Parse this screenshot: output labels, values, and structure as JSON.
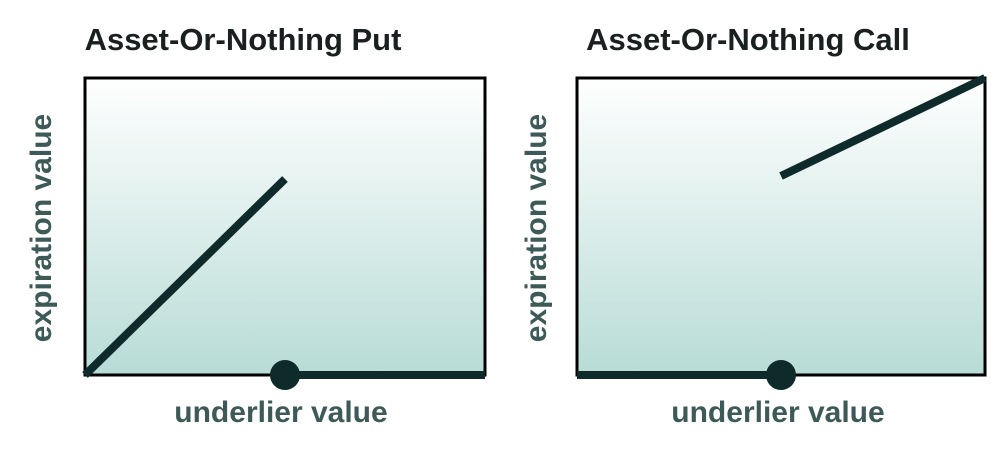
{
  "colors": {
    "line": "#0f2a2a",
    "frame": "#000000",
    "gradient_top": "#ffffff",
    "gradient_bottom": "#b8dcd6",
    "label": "#3d5a58"
  },
  "chart_data": [
    {
      "type": "line",
      "title": "Asset-Or-Nothing Put",
      "xlabel": "underlier value",
      "ylabel": "expiration value",
      "xlim": [
        0,
        1
      ],
      "ylim": [
        0,
        1
      ],
      "grid": false,
      "series": [
        {
          "x": [
            0,
            0.5
          ],
          "y": [
            0,
            0.66
          ]
        },
        {
          "x": [
            0.5,
            1
          ],
          "y": [
            0,
            0
          ]
        }
      ],
      "markers": [
        {
          "x": 0.5,
          "y": 0,
          "style": "filled-circle"
        }
      ]
    },
    {
      "type": "line",
      "title": "Asset-Or-Nothing Call",
      "xlabel": "underlier value",
      "ylabel": "expiration value",
      "xlim": [
        0,
        1
      ],
      "ylim": [
        0,
        1
      ],
      "grid": false,
      "series": [
        {
          "x": [
            0.5,
            1
          ],
          "y": [
            0.67,
            1
          ]
        },
        {
          "x": [
            0,
            0.5
          ],
          "y": [
            0,
            0
          ]
        }
      ],
      "markers": [
        {
          "x": 0.5,
          "y": 0,
          "style": "filled-circle"
        }
      ]
    }
  ]
}
